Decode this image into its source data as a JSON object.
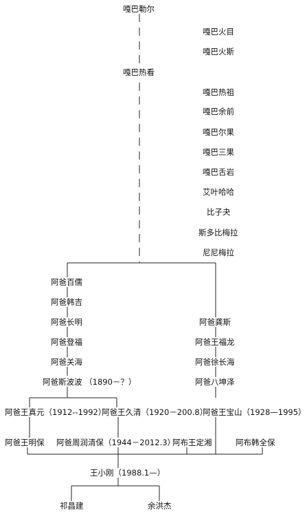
{
  "nodes": {
    "n1": "嘎巴勒尔",
    "n2": "嘎巴火目",
    "n3": "嘎巴火斯",
    "n4": "嘎巴热看",
    "n5": "嘎巴热祖",
    "n6": "嘎巴余前",
    "n7": "嘎巴尔果",
    "n8": "嘎巴三果",
    "n9": "嘎巴舌岩",
    "n10": "艾叶哈哈",
    "n11": "比子夬",
    "n12": "斯多比梅拉",
    "n13": "尼尼梅拉",
    "l1": "阿爸百儒",
    "l2": "阿爸韩吉",
    "l3": "阿爸长明",
    "l4": "阿爸登福",
    "l5": "阿爸关海",
    "l6": "阿爸斯波波 （1890－？）",
    "r1": "阿爸龚斯",
    "r2": "阿爸王福龙",
    "r3": "阿爸徐长海",
    "r4": "阿爸八坤泽",
    "g1": "阿爸王真元（1912--1992）",
    "g2": "阿爸王久清（1920－200.8）",
    "g3": "阿爸王宝山（1928—1995）",
    "h1": "阿爸王明保",
    "h2": "阿爸周润清保（1944－2012.3）",
    "h3": "阿布王定湘",
    "h4": "阿布韩全保",
    "w1": "王小刚（1988.1—）",
    "c1": "祁昌建",
    "c2": "余洪杰"
  }
}
